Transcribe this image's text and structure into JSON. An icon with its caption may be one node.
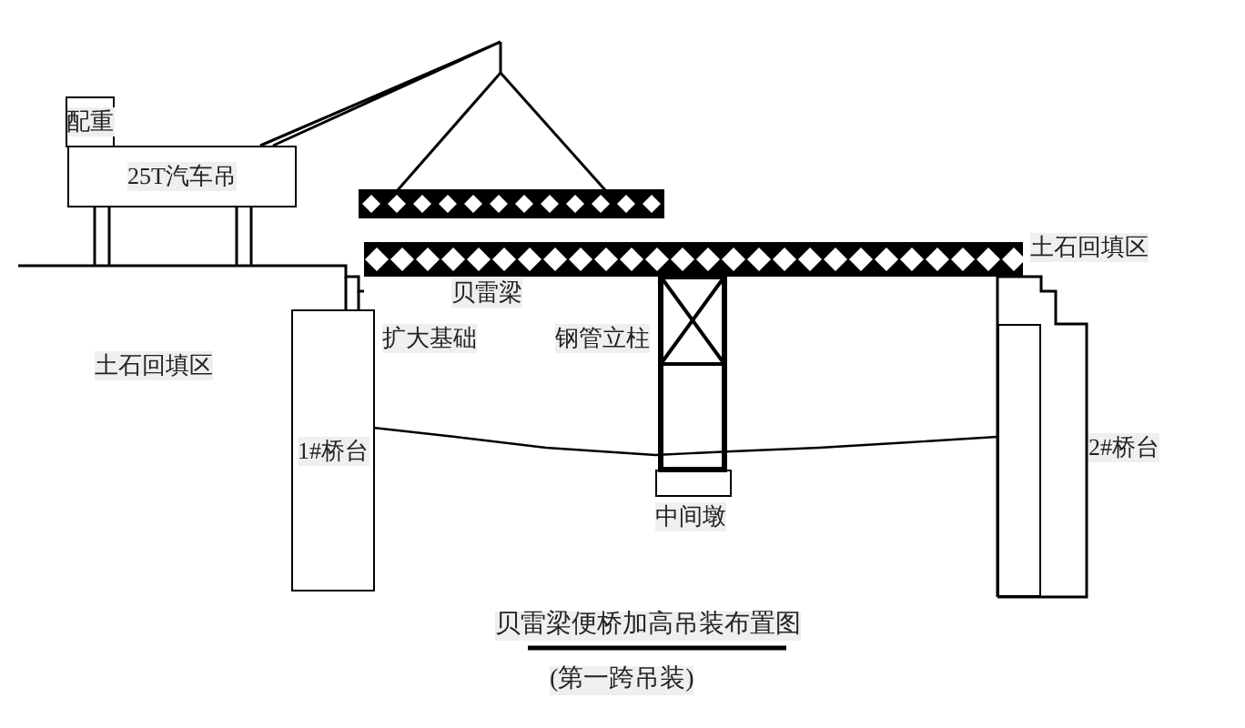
{
  "diagram": {
    "title": "贝雷梁便桥加高吊装布置图",
    "caption": "(第一跨吊装)",
    "nodes": [
      {
        "text": [
          "配重"
        ]
      },
      {
        "text": [
          "25T汽车吊"
        ]
      },
      {
        "text": [
          "1#桥台"
        ]
      },
      {
        "text": [],
        "shape": "box",
        "beside": [
          "2#桥台"
        ]
      },
      {
        "text": [],
        "shape": "box",
        "beside": [
          "中间墩"
        ]
      }
    ],
    "labels": [
      "土石回填区",
      "贝雷梁",
      "扩大基础",
      "钢管立柱",
      "土石回填区"
    ]
  }
}
